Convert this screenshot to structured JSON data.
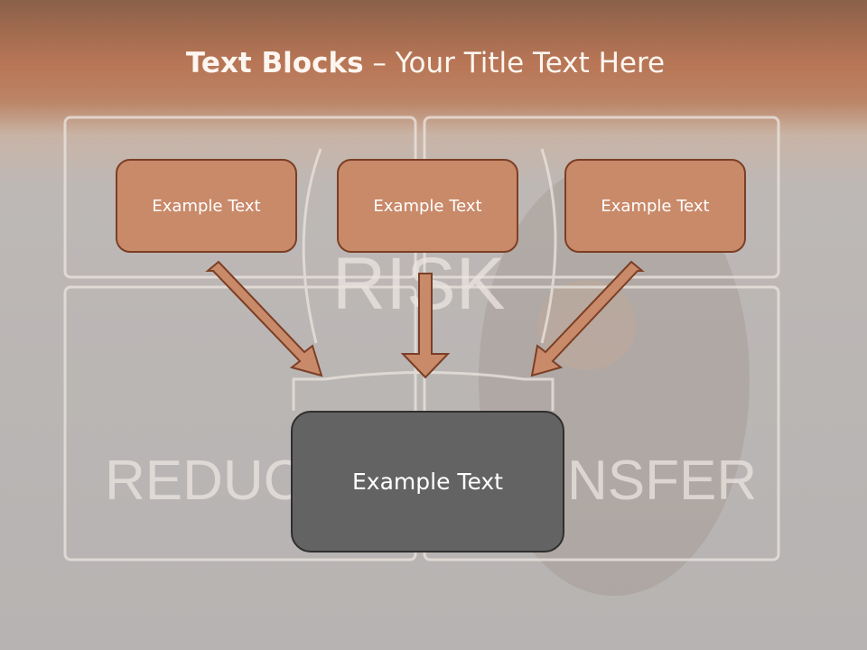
{
  "slide": {
    "title_bold": "Text Blocks",
    "title_rest": " – Your Title Text Here"
  },
  "background": {
    "words": [
      "RISK",
      "REDUC",
      "NSFER"
    ]
  },
  "boxes": {
    "top_1": "Example Text",
    "top_2": "Example Text",
    "top_3": "Example Text",
    "main": "Example Text"
  },
  "colors": {
    "header": "#b87656",
    "small_box_fill": "#c98a6a",
    "small_box_border": "#7b3f25",
    "main_box_fill": "#636363",
    "arrow_fill": "#c98a6a"
  }
}
